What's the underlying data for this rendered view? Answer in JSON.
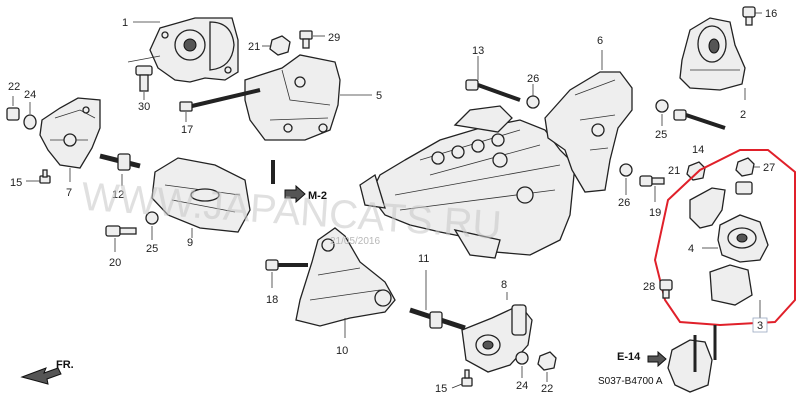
{
  "diagram": {
    "callouts": {
      "p1": "1",
      "p2": "2",
      "p3": "3",
      "p4": "4",
      "p5": "5",
      "p6": "6",
      "p7": "7",
      "p8": "8",
      "p9": "9",
      "p10": "10",
      "p11": "11",
      "p12": "12",
      "p13": "13",
      "p14": "14",
      "p15a": "15",
      "p15b": "15",
      "p16": "16",
      "p17": "17",
      "p18": "18",
      "p19": "19",
      "p20": "20",
      "p21a": "21",
      "p21b": "21",
      "p22a": "22",
      "p22b": "22",
      "p24a": "24",
      "p24b": "24",
      "p25a": "25",
      "p25b": "25",
      "p26a": "26",
      "p26b": "26",
      "p27": "27",
      "p28": "28",
      "p29": "29",
      "p30": "30"
    },
    "refs": {
      "m2": "M-2",
      "e14": "E-14",
      "fr": "FR."
    },
    "diagram_code": "S037-B4700 A",
    "watermark": "WWW.JAPANCATS.RU",
    "date_stamp": "21/05/2016",
    "colors": {
      "highlight": "#e0202a",
      "ink": "#222222",
      "box": "#9aa8c0"
    }
  }
}
